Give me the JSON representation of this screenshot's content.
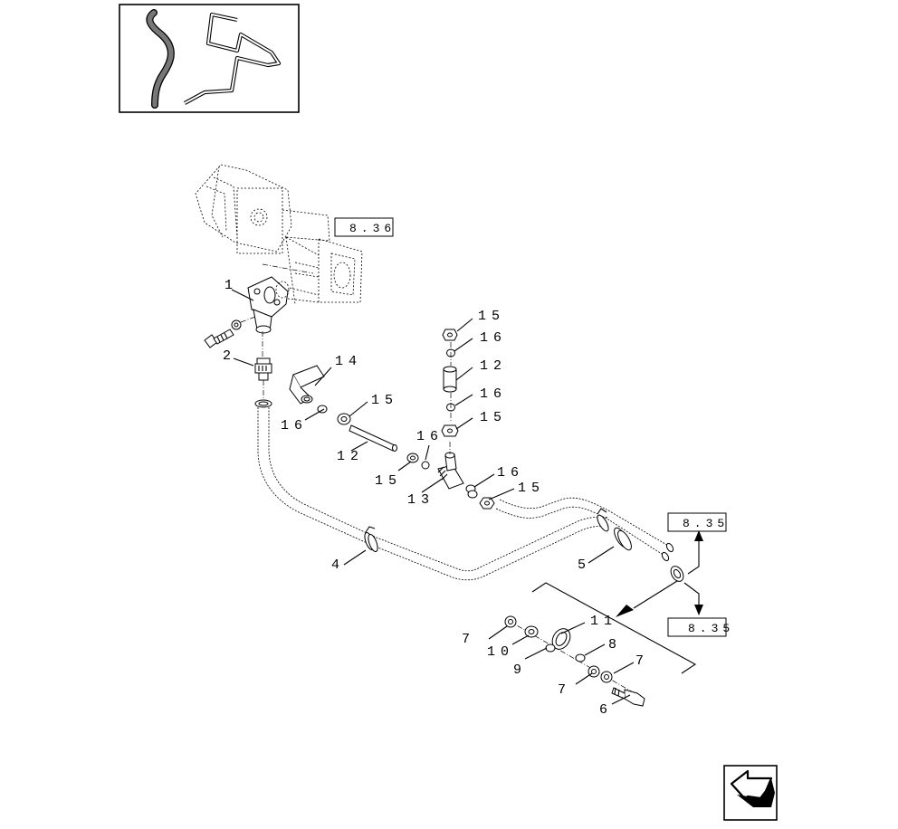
{
  "diagram": {
    "callouts": {
      "c1": "1",
      "c2": "2",
      "c4": "4",
      "c5": "5",
      "c6": "6",
      "c7a": "7",
      "c7b": "7",
      "c7c": "7",
      "c8": "8",
      "c9": "9",
      "c10": "10",
      "c11": "11",
      "c12a": "12",
      "c12b": "12",
      "c13": "13",
      "c14": "14",
      "c15a": "15",
      "c15b": "15",
      "c15c": "15",
      "c15d": "15",
      "c15e": "15",
      "c16a": "16",
      "c16b": "16",
      "c16c": "16",
      "c16d": "16",
      "c16e": "16"
    },
    "references": {
      "pump": "8.36",
      "valve_upper": "8.35",
      "valve_lower": "8.35"
    }
  },
  "navigation": {
    "next_page_icon": "arrow-icon"
  }
}
